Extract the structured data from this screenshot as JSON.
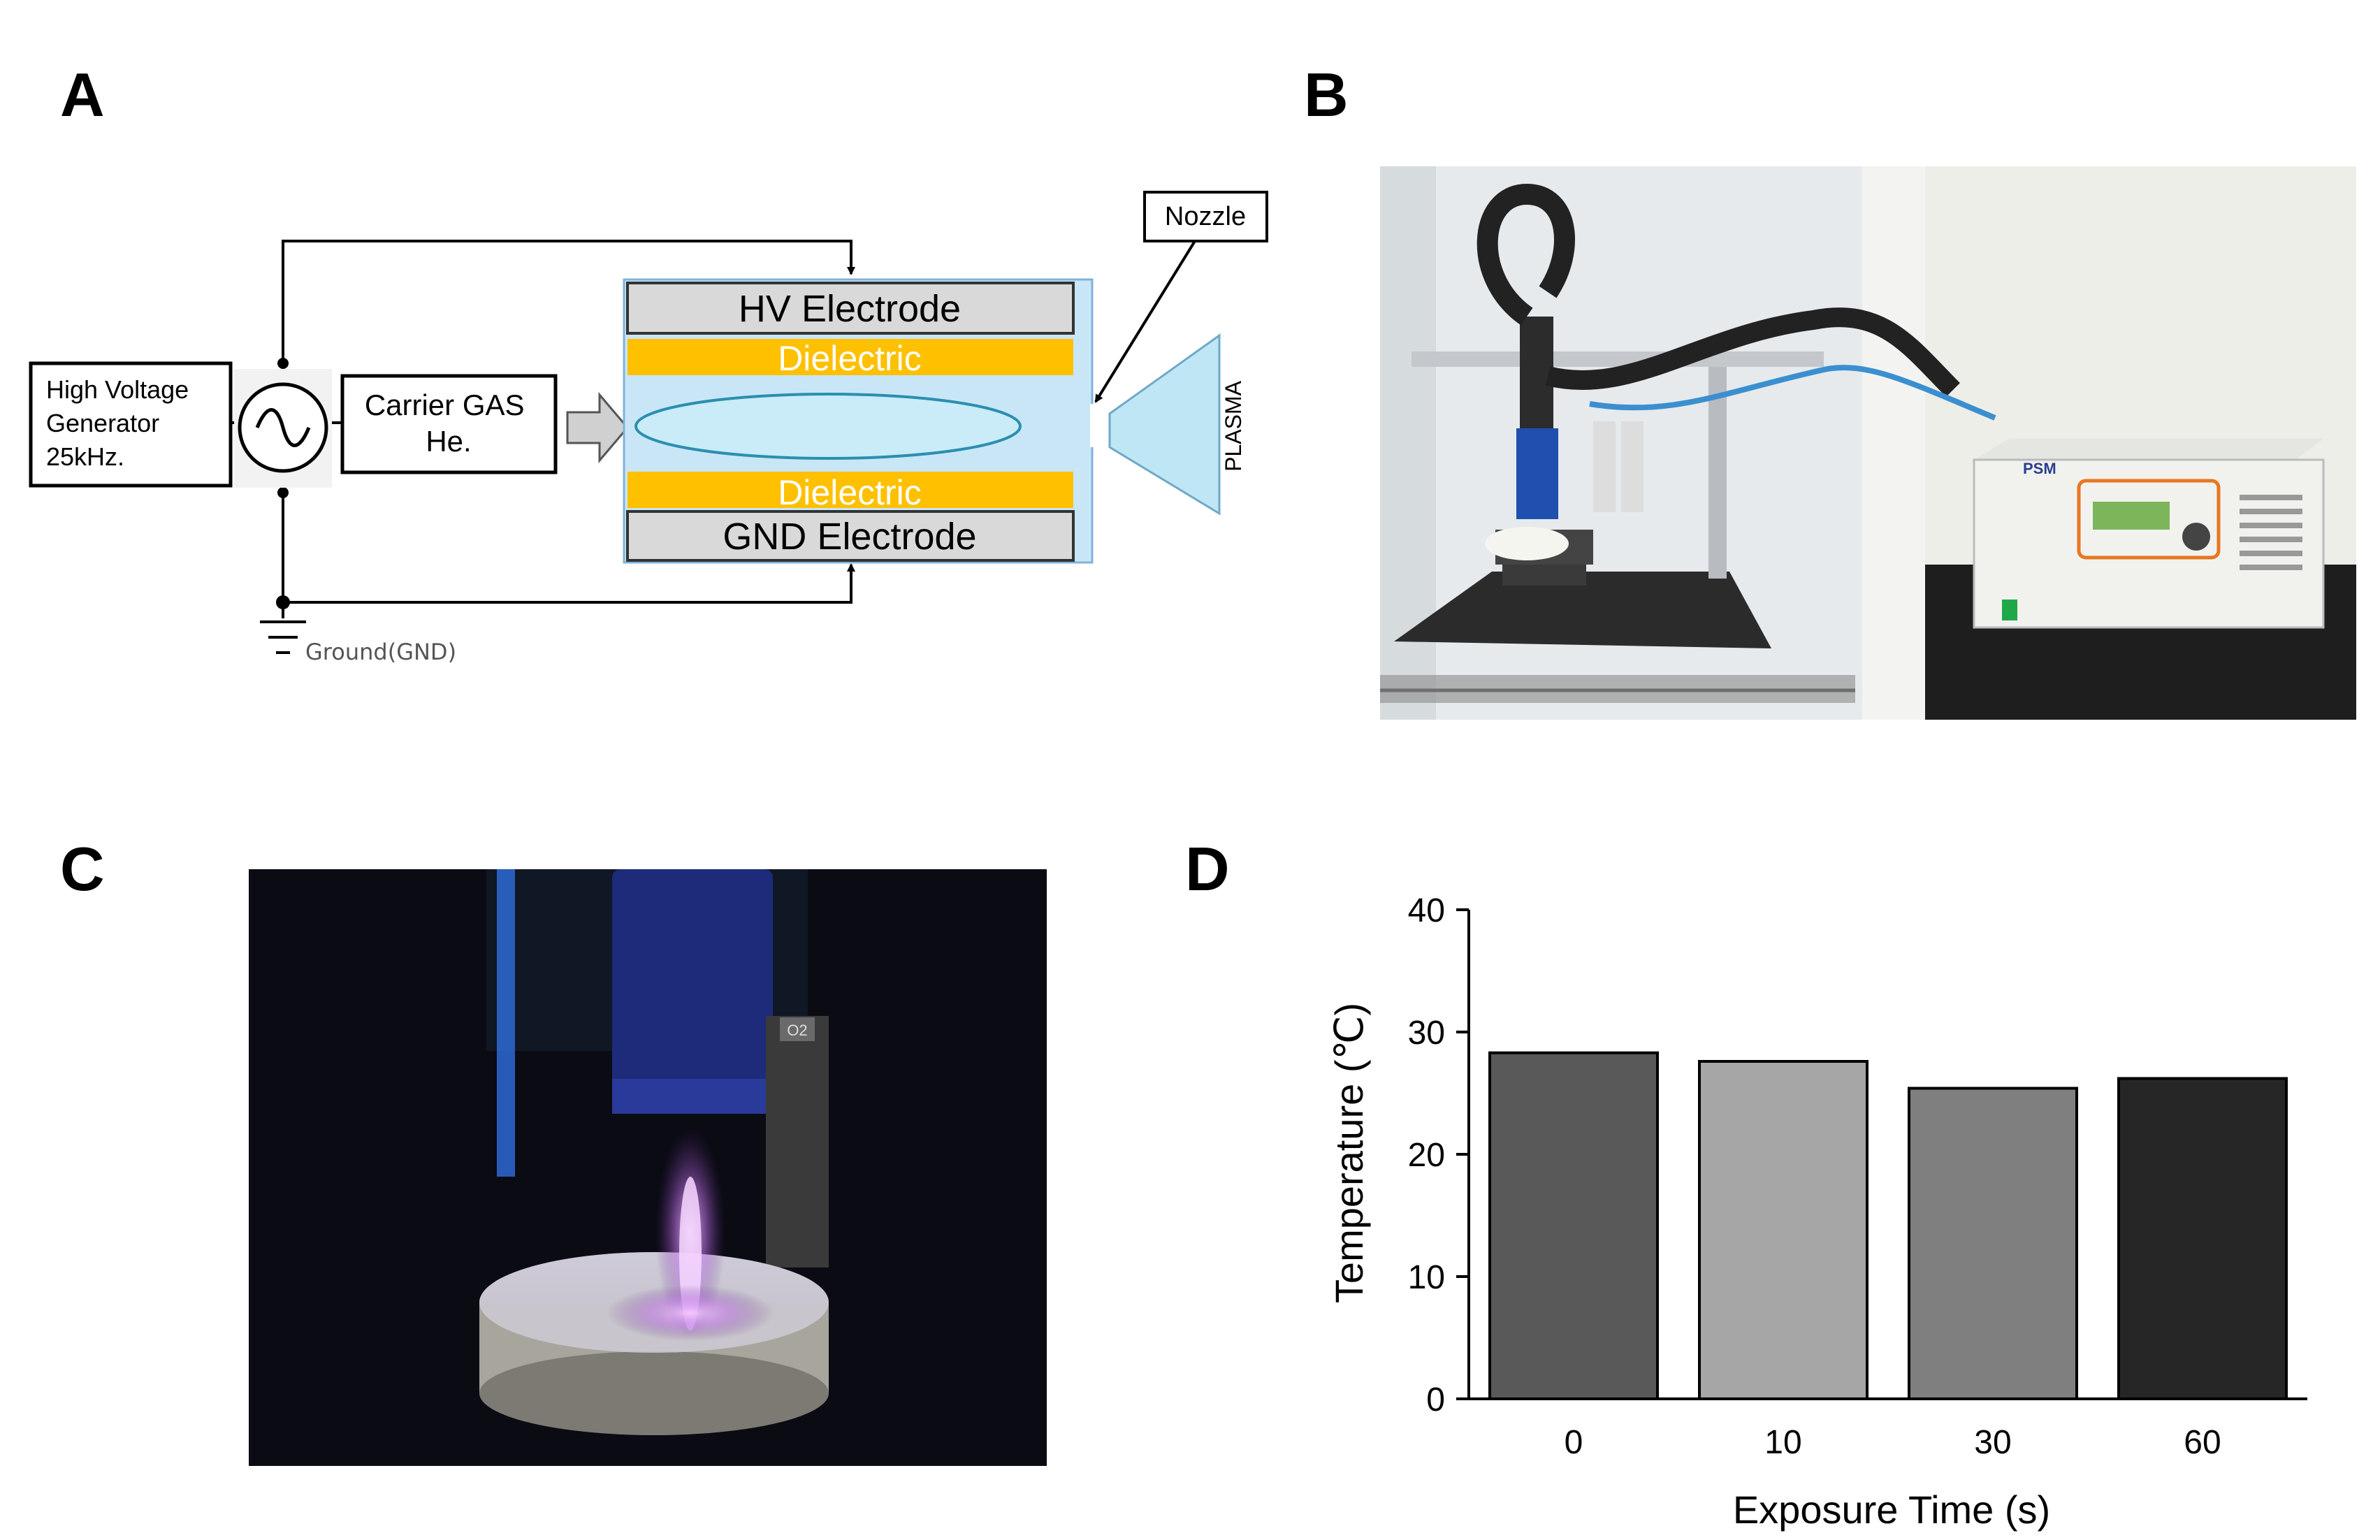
{
  "panels": {
    "a": "A",
    "b": "B",
    "c": "C",
    "d": "D"
  },
  "schematic": {
    "generator_lines": [
      "High Voltage",
      "Generator",
      "25kHz."
    ],
    "carrier_lines": [
      "Carrier GAS",
      "He."
    ],
    "hv_electrode": "HV Electrode",
    "dielectric_top": "Dielectric",
    "dielectric_bottom": "Dielectric",
    "gnd_electrode": "GND Electrode",
    "plasma": "PLASMA",
    "nozzle": "Nozzle",
    "ground": "Ground(GND)",
    "colors": {
      "dielectric": "#FFC000",
      "plasma_fill": "#BFE6F5",
      "electrode_fill": "#D9D9D9",
      "ellipse_fill": "#C9ECF8"
    }
  },
  "photo_b": {
    "device_brand": "PSM",
    "colors": {
      "background": "#E8ECEE",
      "cabinet": "#EDEEE8",
      "table": "#2A2A2A",
      "hose": "#3B8FD0"
    }
  },
  "photo_c": {
    "tag": "O2",
    "colors": {
      "background": "#0A0A12",
      "nozzle": "#1F2F8A",
      "plasma": "#E6A6FF",
      "dish": "#CFCFC4"
    }
  },
  "chart_data": {
    "type": "bar",
    "categories": [
      "0",
      "10",
      "30",
      "60"
    ],
    "values": [
      28.3,
      27.6,
      25.4,
      26.2
    ],
    "colors": [
      "#595959",
      "#A6A6A6",
      "#7F7F7F",
      "#262626"
    ],
    "xlabel": "Exposure Time (s)",
    "ylabel": "Temperature (℃)",
    "ylim": [
      0,
      40
    ],
    "yticks": [
      "0",
      "10",
      "20",
      "30",
      "40"
    ],
    "grid": false
  }
}
